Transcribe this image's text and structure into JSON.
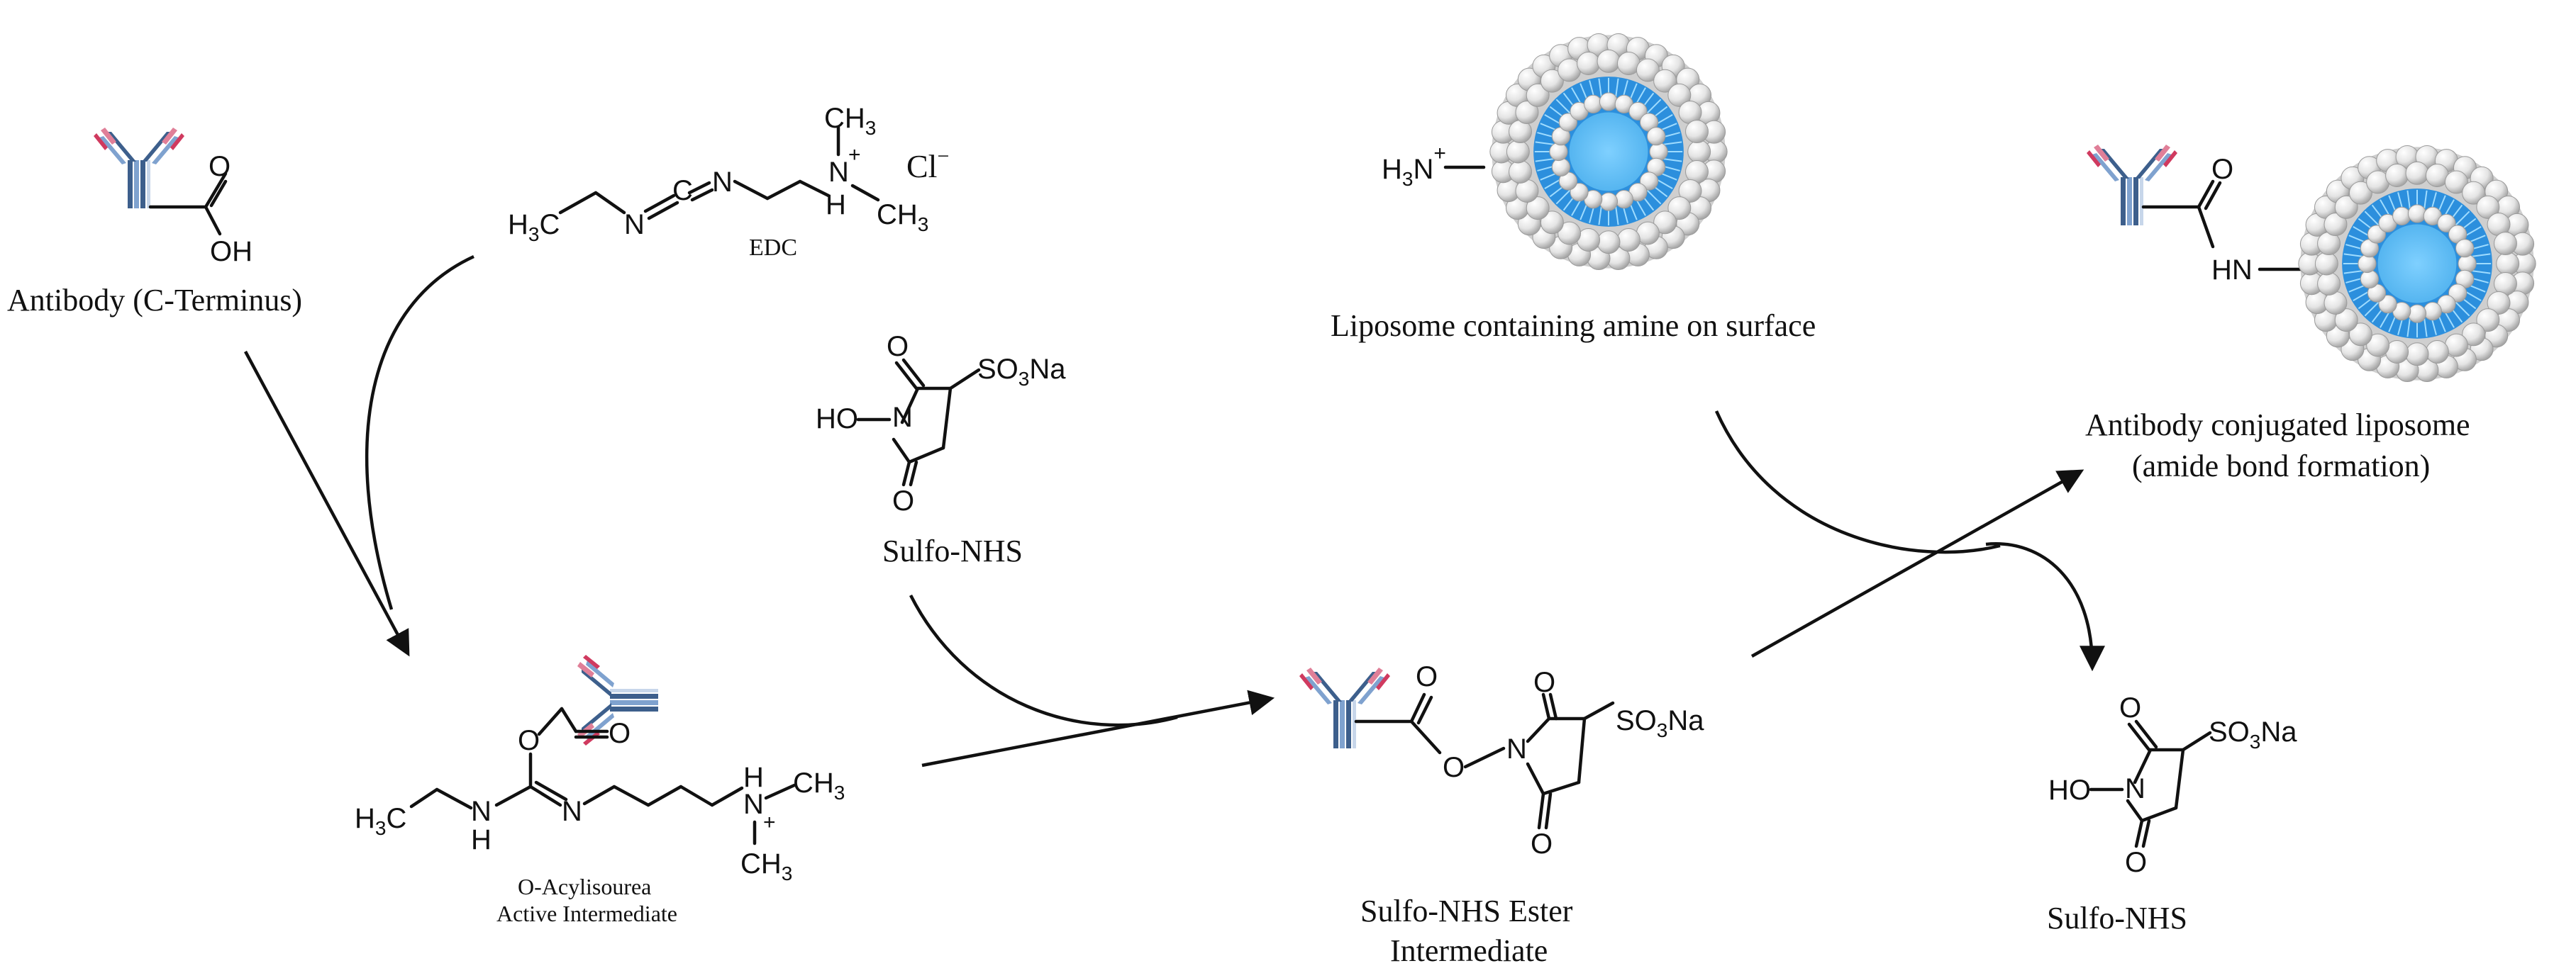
{
  "labels": {
    "antibody": "Antibody (C-Terminus)",
    "edc": "EDC",
    "sulfo_nhs": "Sulfo-NHS",
    "o_acyl_1": "O-Acylisourea",
    "o_acyl_2": "Active Intermediate",
    "ester_1": "Sulfo-NHS Ester",
    "ester_2": "Intermediate",
    "liposome": "Liposome containing amine on surface",
    "conjugated_1": "Antibody conjugated liposome",
    "conjugated_2": "(amide bond formation)",
    "sulfo_nhs_product": "Sulfo-NHS"
  },
  "atoms": {
    "O": "O",
    "OH": "OH",
    "N": "N",
    "C": "C",
    "H": "H",
    "HN": "HN",
    "HO": "HO",
    "CH": "CH",
    "H3": "H",
    "Cl": "Cl",
    "SO": "SO",
    "Na": "Na",
    "sub3": "3",
    "plus": "+",
    "minus": "−"
  },
  "colors": {
    "heavy_chain": "#3d5f8c",
    "light_chain": "#e07f98",
    "liposome_core": "#6cc3f5",
    "liposome_ring": "#2c8fdd",
    "liposome_sphere": "#e8e8e8"
  }
}
